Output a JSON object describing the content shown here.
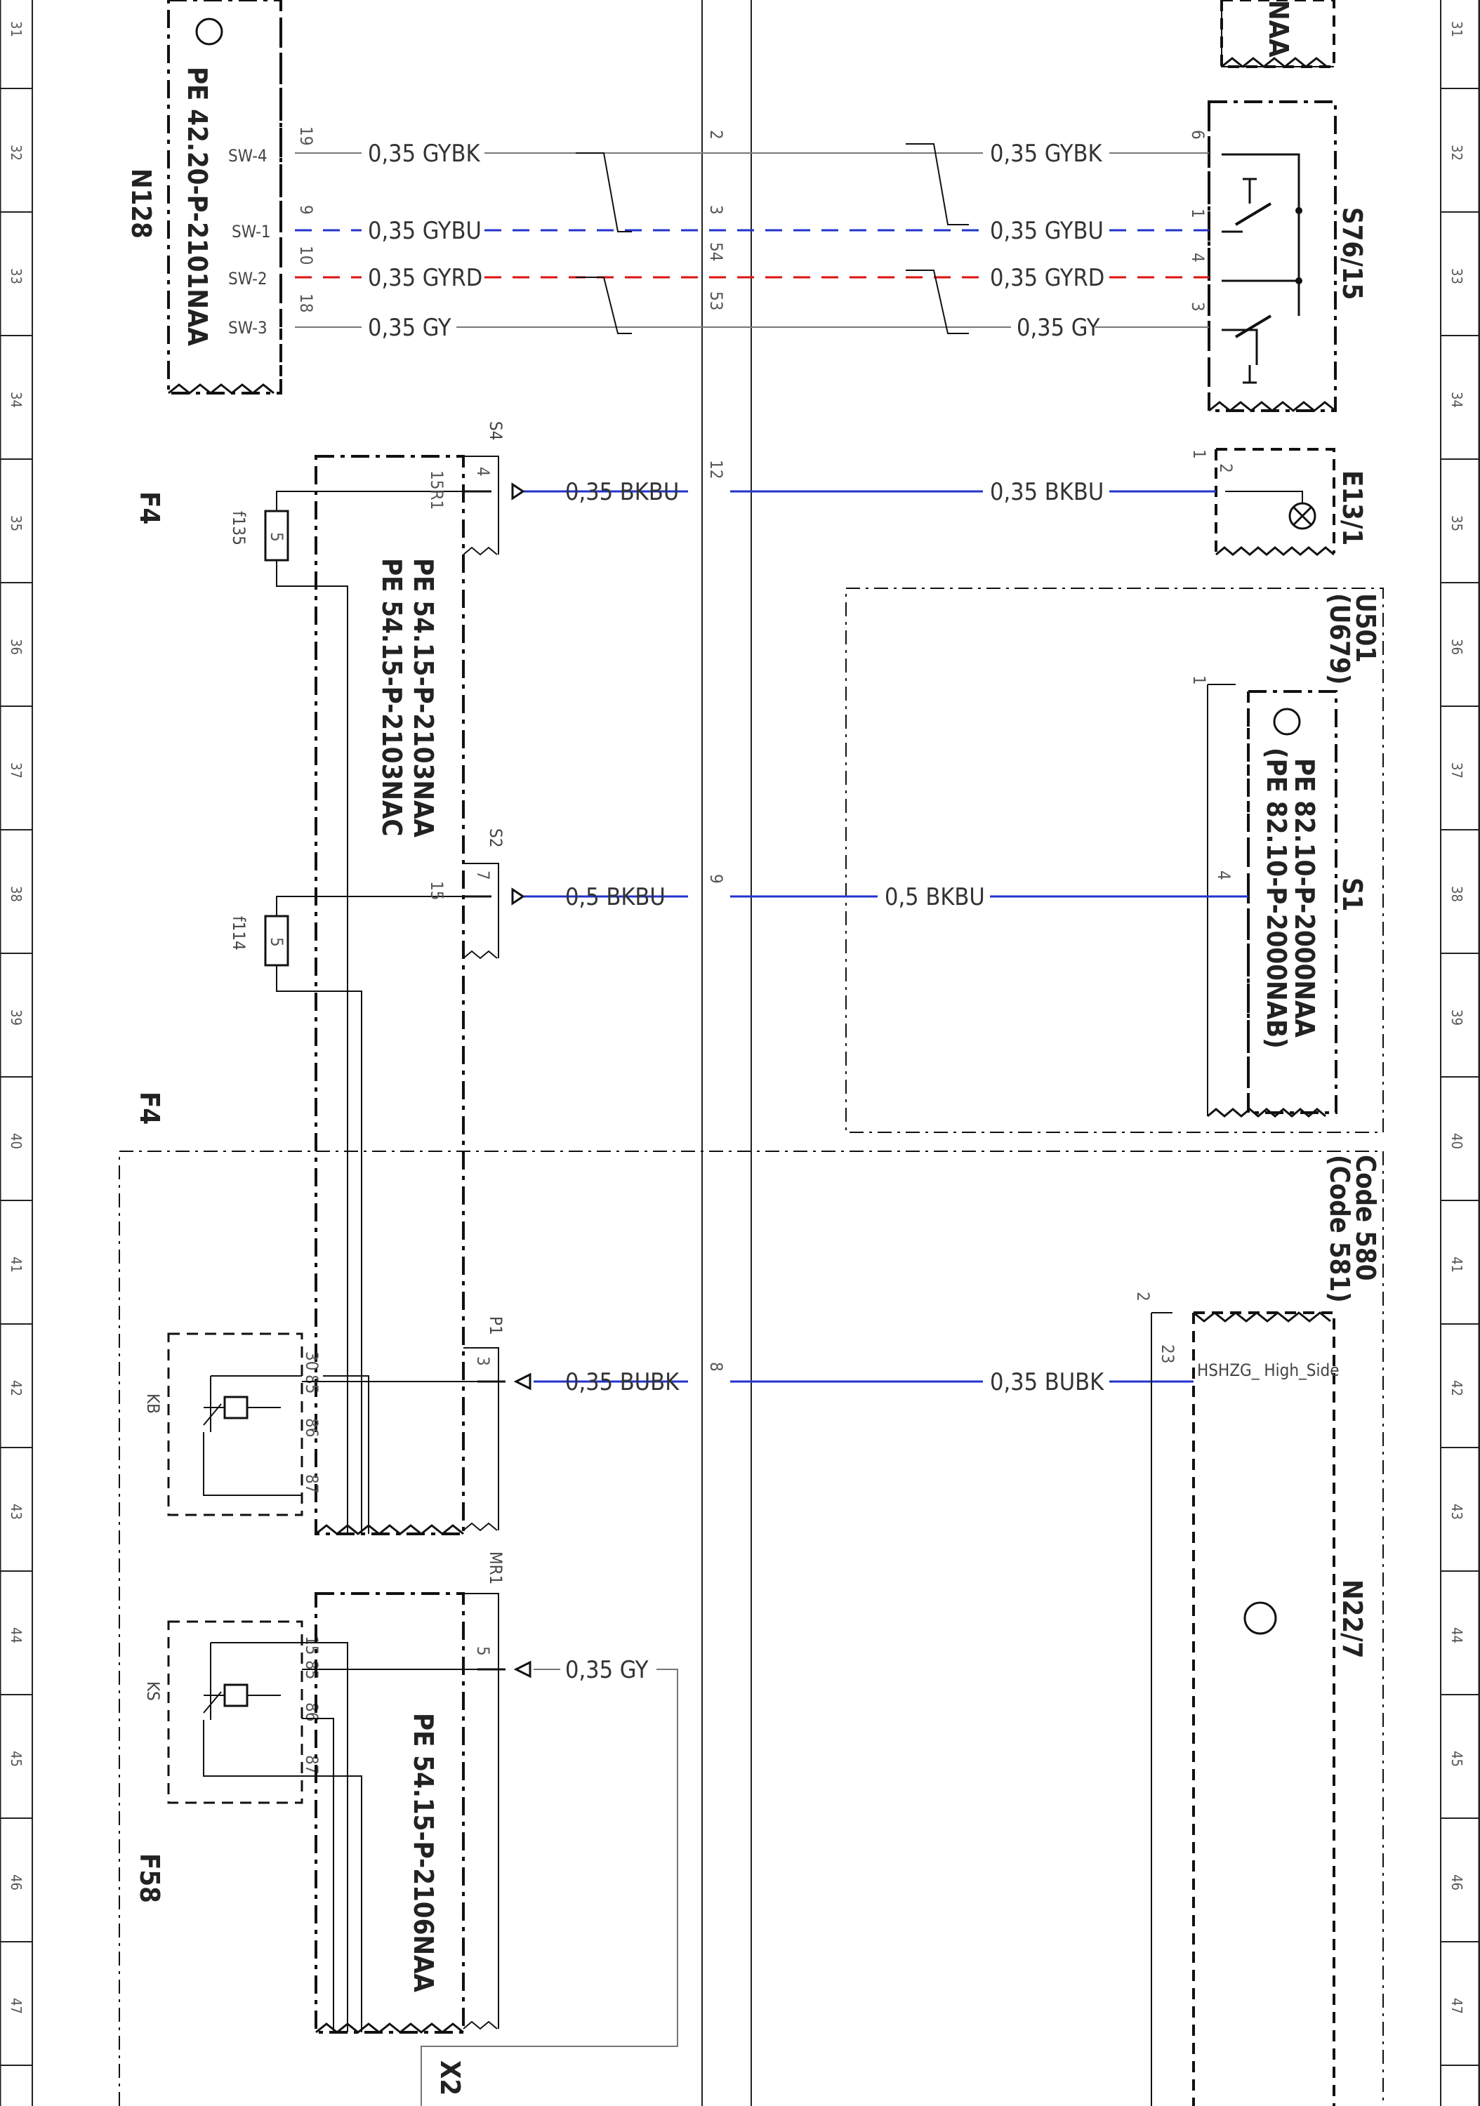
{
  "grid": {
    "rows": [
      "31",
      "32",
      "33",
      "34",
      "35",
      "36",
      "37",
      "38",
      "39",
      "40",
      "41",
      "42",
      "43",
      "44",
      "45",
      "46",
      "47"
    ]
  },
  "components": {
    "n128": {
      "ref": "N128",
      "doc": "PE 42.20-P-2101NAA",
      "pins": [
        {
          "name": "SW-4",
          "num": "19"
        },
        {
          "name": "SW-1",
          "num": "9"
        },
        {
          "name": "SW-2",
          "num": "10"
        },
        {
          "name": "SW-3",
          "num": "18"
        }
      ]
    },
    "s76_15": {
      "ref": "S76/15",
      "pins": [
        "6",
        "1",
        "4",
        "3"
      ]
    },
    "e13_1": {
      "ref": "E13/1",
      "pins": [
        "1",
        "2"
      ]
    },
    "u501": {
      "ref": "U501",
      "alt": "(U679)"
    },
    "s1": {
      "ref": "S1",
      "doc1": "PE 82.10-P-2000NAA",
      "doc2": "(PE 82.10-P-2000NAB)",
      "pins": [
        "1",
        "4"
      ]
    },
    "f4_top": {
      "ref": "F4",
      "doc1": "PE 54.15-P-2103NAA",
      "doc2": "PE 54.15-P-2103NAC",
      "fuses": [
        {
          "name": "f135",
          "value": "5"
        },
        {
          "name": "f114",
          "value": "5"
        }
      ],
      "terminals": [
        "15R1",
        "15"
      ]
    },
    "f4_bottom": {
      "ref": "F4"
    },
    "relay_kb": {
      "ref": "KB",
      "pins": [
        "30",
        "85",
        "86",
        "87"
      ]
    },
    "relay_ks": {
      "ref": "KS",
      "pins": [
        "15",
        "85",
        "86",
        "87"
      ]
    },
    "f58": {
      "ref": "F58",
      "doc": "PE 54.15-P-2106NAA"
    },
    "n22_7": {
      "ref": "N22/7",
      "pins": [
        "2",
        "23"
      ],
      "pin_label": "HSHZG_\nHigh_Side",
      "code1": "Code 580",
      "code2": "(Code 581)"
    },
    "top_right_fragment": "NAA",
    "x_fragment": "X2"
  },
  "connectors": {
    "s4": {
      "ref": "S4",
      "pin": "4"
    },
    "s2": {
      "ref": "S2",
      "pin": "7"
    },
    "p1": {
      "ref": "P1",
      "pin": "3"
    },
    "mr1": {
      "ref": "MR1",
      "pin": "5"
    }
  },
  "wires": [
    {
      "id": "w-gybk-l",
      "label": "0,35 GYBK",
      "color": "#777777"
    },
    {
      "id": "w-gybu-l",
      "label": "0,35 GYBU",
      "color": "#2233cc"
    },
    {
      "id": "w-gyrd-l",
      "label": "0,35 GYRD",
      "color": "#dd1111"
    },
    {
      "id": "w-gy-l",
      "label": "0,35 GY",
      "color": "#777777"
    },
    {
      "id": "w-gybk-r",
      "label": "0,35 GYBK",
      "color": "#777777"
    },
    {
      "id": "w-gybu-r",
      "label": "0,35 GYBU",
      "color": "#2233cc"
    },
    {
      "id": "w-gyrd-r",
      "label": "0,35 GYRD",
      "color": "#dd1111"
    },
    {
      "id": "w-gy-r",
      "label": "0,35 GY",
      "color": "#777777"
    },
    {
      "id": "w-bkbu1-l",
      "label": "0,35 BKBU",
      "color": "#2233cc"
    },
    {
      "id": "w-bkbu1-r",
      "label": "0,35 BKBU",
      "color": "#2233cc"
    },
    {
      "id": "w-bkbu2-l",
      "label": "0,5 BKBU",
      "color": "#2233cc"
    },
    {
      "id": "w-bkbu2-r",
      "label": "0,5 BKBU",
      "color": "#2233cc"
    },
    {
      "id": "w-bubk-l",
      "label": "0,35 BUBK",
      "color": "#2233cc"
    },
    {
      "id": "w-bubk-r",
      "label": "0,35 BUBK",
      "color": "#2233cc"
    },
    {
      "id": "w-gy2",
      "label": "0,35 GY",
      "color": "#777777"
    }
  ],
  "separation_pins": [
    {
      "num": "2"
    },
    {
      "num": "3"
    },
    {
      "num": "54"
    },
    {
      "num": "53"
    },
    {
      "num": "12"
    },
    {
      "num": "9"
    },
    {
      "num": "8"
    }
  ]
}
